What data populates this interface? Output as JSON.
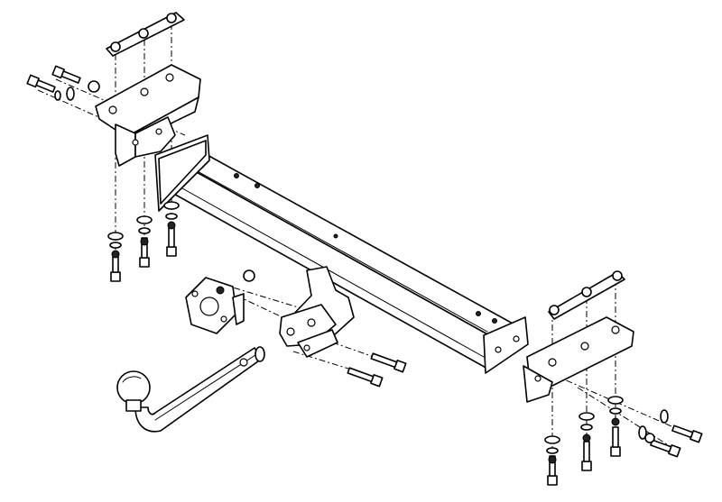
{
  "diagram": {
    "type": "exploded-assembly",
    "line_color": "#000000",
    "background": "#ffffff",
    "parts": [
      "main-crossbar",
      "left-mounting-bracket",
      "right-mounting-bracket",
      "left-top-clamp-plate",
      "right-top-clamp-plate",
      "tow-ball-neck",
      "tow-ball",
      "socket-plate",
      "hitch-receiver",
      "bolts",
      "nuts",
      "washers"
    ]
  }
}
